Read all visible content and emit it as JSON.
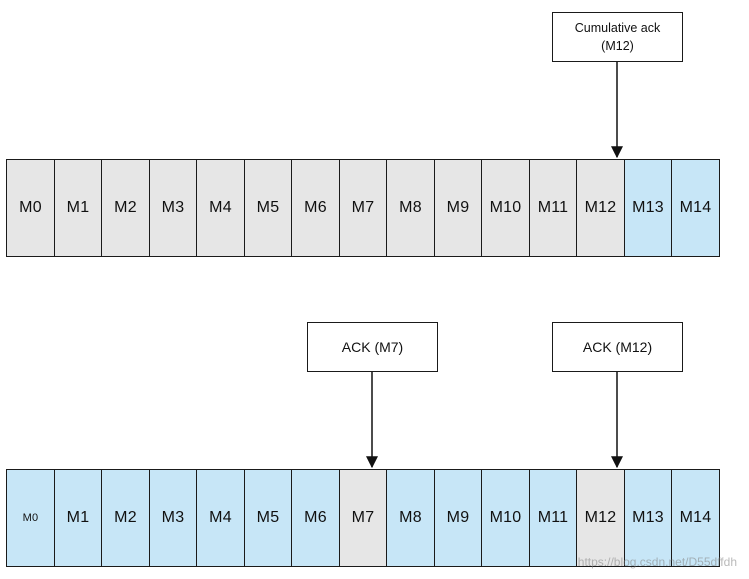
{
  "top_row": {
    "cells": [
      {
        "label": "M0",
        "state": "grey"
      },
      {
        "label": "M1",
        "state": "grey"
      },
      {
        "label": "M2",
        "state": "grey"
      },
      {
        "label": "M3",
        "state": "grey"
      },
      {
        "label": "M4",
        "state": "grey"
      },
      {
        "label": "M5",
        "state": "grey"
      },
      {
        "label": "M6",
        "state": "grey"
      },
      {
        "label": "M7",
        "state": "grey"
      },
      {
        "label": "M8",
        "state": "grey"
      },
      {
        "label": "M9",
        "state": "grey"
      },
      {
        "label": "M10",
        "state": "grey"
      },
      {
        "label": "M11",
        "state": "grey"
      },
      {
        "label": "M12",
        "state": "grey"
      },
      {
        "label": "M13",
        "state": "blue"
      },
      {
        "label": "M14",
        "state": "blue"
      }
    ],
    "callout": {
      "line1": "Cumulative ack",
      "line2": "(M12)"
    }
  },
  "bottom_row": {
    "cells": [
      {
        "label": "M0",
        "state": "blue",
        "small": true
      },
      {
        "label": "M1",
        "state": "blue"
      },
      {
        "label": "M2",
        "state": "blue"
      },
      {
        "label": "M3",
        "state": "blue"
      },
      {
        "label": "M4",
        "state": "blue"
      },
      {
        "label": "M5",
        "state": "blue"
      },
      {
        "label": "M6",
        "state": "blue"
      },
      {
        "label": "M7",
        "state": "grey"
      },
      {
        "label": "M8",
        "state": "blue"
      },
      {
        "label": "M9",
        "state": "blue"
      },
      {
        "label": "M10",
        "state": "blue"
      },
      {
        "label": "M11",
        "state": "blue"
      },
      {
        "label": "M12",
        "state": "grey"
      },
      {
        "label": "M13",
        "state": "blue"
      },
      {
        "label": "M14",
        "state": "blue"
      }
    ],
    "callouts": [
      {
        "label": "ACK (M7)"
      },
      {
        "label": "ACK (M12)"
      }
    ]
  },
  "colors": {
    "acked": "#e6e6e6",
    "unacked": "#c7e6f7"
  },
  "watermark": "https://blog.csdn.net/D55dffdh"
}
